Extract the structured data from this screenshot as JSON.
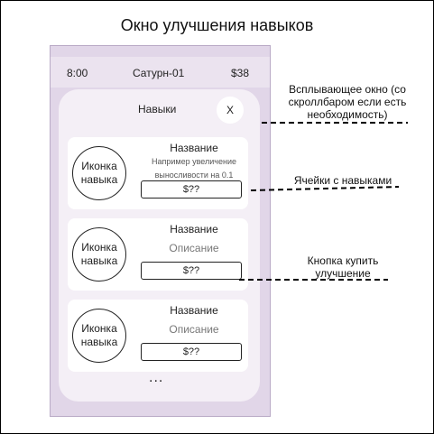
{
  "diagram_title": "Окно улучшения навыков",
  "status_bar": {
    "time": "8:00",
    "location": "Сатурн-01",
    "money": "$38"
  },
  "popup": {
    "title": "Навыки",
    "close_label": "X",
    "cards": [
      {
        "icon_text": "Иконка навыка",
        "name": "Название",
        "description": "Например увеличение выносливости на 0.1",
        "price": "$??"
      },
      {
        "icon_text": "Иконка навыка",
        "name": "Название",
        "description": "Описание",
        "price": "$??"
      },
      {
        "icon_text": "Иконка навыка",
        "name": "Название",
        "description": "Описание",
        "price": "$??"
      }
    ],
    "more_indicator": "..."
  },
  "annotations": {
    "popup_note": "Всплывающее окно (со скроллбаром если есть необходимость)",
    "cells_note": "Ячейки с навыками",
    "buy_note": "Кнопка купить улучшение"
  },
  "colors": {
    "phone_bg": "#e1d6e8",
    "popup_bg": "#f4eff6",
    "card_bg": "#ffffff"
  }
}
